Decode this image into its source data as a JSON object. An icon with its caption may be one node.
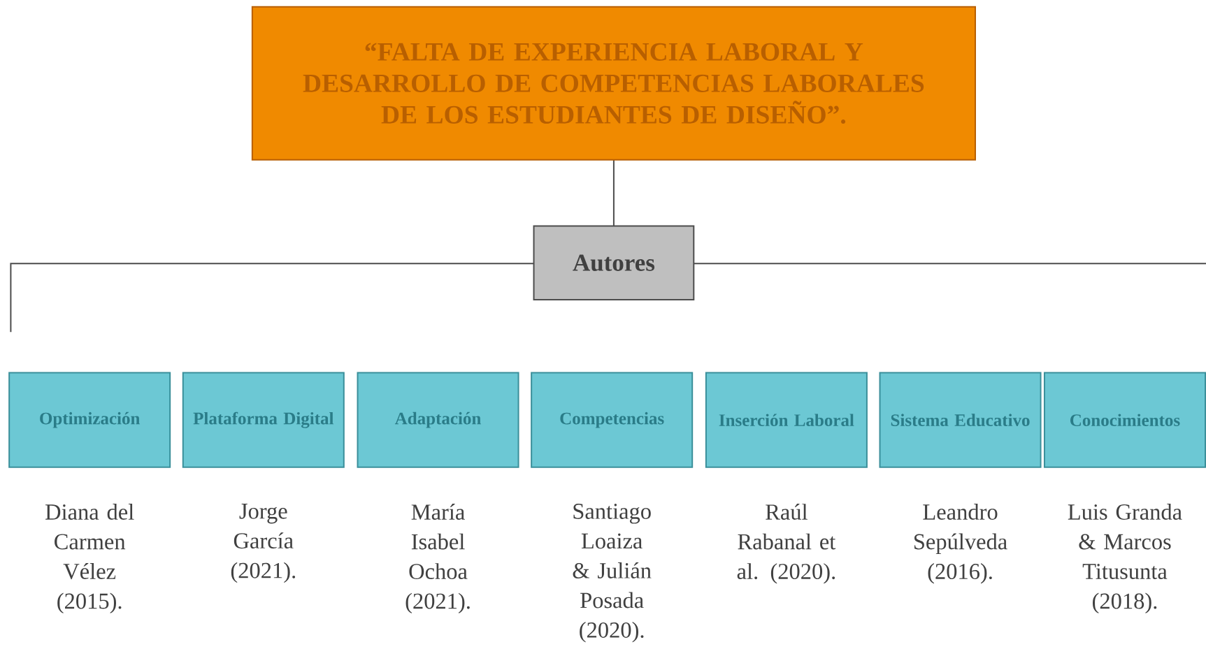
{
  "diagram": {
    "nodes": [
      {
        "text": [
          "“FALTA DE EXPERIENCIA LABORAL Y DESARROLLO DE COMPETENCIAS LABORALES DE LOS ESTUDIANTES DE DISEÑO”."
        ]
      },
      {
        "text": [
          "Autores"
        ]
      },
      {
        "text": [
          "Optimización"
        ],
        "beside": [
          "Diana del Carmen Vélez (2015)."
        ]
      },
      {
        "text": [
          "Plataforma Digital"
        ],
        "beside": [
          "Jorge García (2021)."
        ]
      },
      {
        "text": [
          "Adaptación"
        ],
        "beside": [
          "María Isabel Ochoa (2021)."
        ]
      },
      {
        "text": [
          "Competencias"
        ],
        "beside": [
          "Santiago Loaiza & Julián Posada (2020)."
        ]
      },
      {
        "text": [
          "Inserción Laboral"
        ],
        "beside": [
          "Raúl Rabanal et al. (2020)."
        ]
      },
      {
        "text": [
          "Sistema Educativo"
        ],
        "beside": [
          "Leandro Sepúlveda (2016)."
        ]
      },
      {
        "text": [
          "Conocimientos"
        ],
        "beside": [
          "Luis Granda & Marcos Titusunta (2018)."
        ]
      }
    ],
    "edges": [
      {
        "from": 0,
        "to": 1,
        "arrow": "none"
      },
      {
        "from": 1,
        "to": null,
        "arrow": "none"
      },
      {
        "from": 1,
        "to": null,
        "arrow": "none"
      }
    ]
  }
}
